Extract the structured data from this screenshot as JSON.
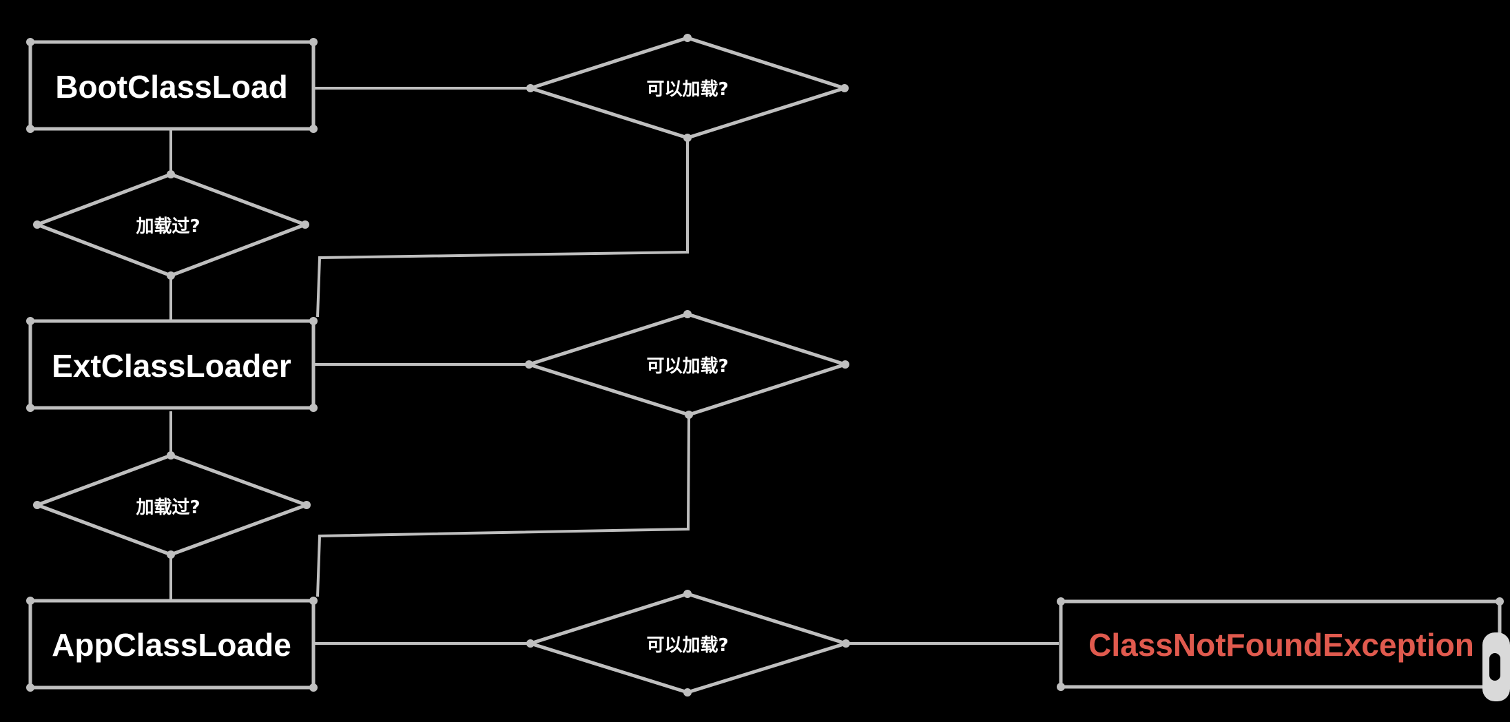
{
  "nodes": {
    "boot_loader": "BootClassLoad",
    "ext_loader": "ExtClassLoader",
    "app_loader": "AppClassLoade",
    "exception": "ClassNotFoundException"
  },
  "decisions": {
    "boot_can_load": "可以加载?",
    "ext_can_load": "可以加载?",
    "app_can_load": "可以加载?",
    "ext_loaded": "加载过?",
    "app_loaded": "加载过?"
  },
  "colors": {
    "background": "#000000",
    "stroke": "#bfbfbf",
    "text": "#ffffff",
    "exception_text": "#e05a4e"
  }
}
